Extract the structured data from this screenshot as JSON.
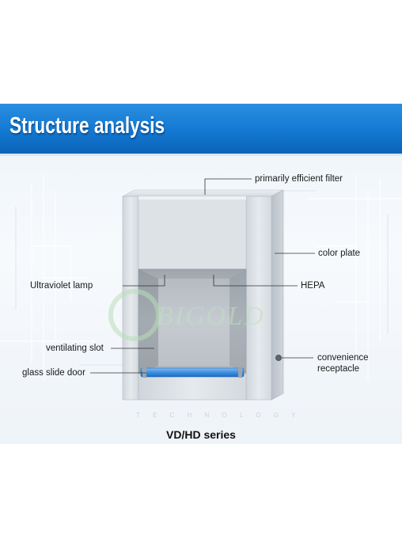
{
  "banner": {
    "title": "Structure analysis"
  },
  "labels": {
    "primary_filter": "primarily efficient filter",
    "color_plate": "color plate",
    "uv_lamp": "Ultraviolet lamp",
    "hepa": "HEPA",
    "vent_slot": "ventilating slot",
    "glass_door": "glass slide door",
    "receptacle_line1": "convenience",
    "receptacle_line2": "receptacle"
  },
  "logo": {
    "text": "BIGOLD"
  },
  "watermark": {
    "text": "T E C H N O L O G Y"
  },
  "footer": {
    "series": "VD/HD series"
  },
  "colors": {
    "banner": "#1378d1",
    "door_handle": "#3d8ee0",
    "cabinet": "#d4d9de"
  }
}
